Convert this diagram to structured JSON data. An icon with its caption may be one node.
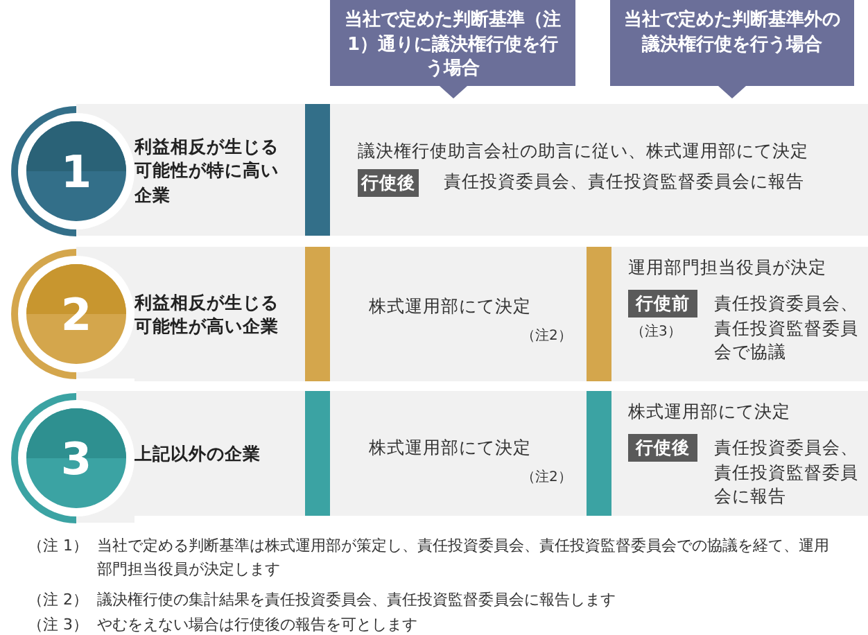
{
  "diagram": {
    "nodes": [
      {
        "text": [
          "当社で定めた判断基準（注1）通りに議決権行使を行う場合"
        ]
      },
      {
        "text": [
          "当社で定めた判断基準外の議決権行使を行う場合"
        ]
      },
      {
        "text": [
          "1"
        ]
      },
      {
        "text": [
          "利益相反が生じる可能性が特に高い企業"
        ]
      },
      {
        "text": [
          "議決権行使助言会社の助言に従い、株式運用部にて決定",
          "責任投資委員会、責任投資監督委員会に報告"
        ]
      },
      {
        "text": [
          "行使後"
        ],
        "in": 4
      },
      {
        "text": [
          "2"
        ]
      },
      {
        "text": [
          "利益相反が生じる可能性が高い企業"
        ]
      },
      {
        "text": [
          "株式運用部にて決定",
          "（注2）"
        ]
      },
      {
        "text": [
          "運用部門担当役員が決定",
          "責任投資委員会、責任投資監督委員会で協議"
        ]
      },
      {
        "text": [
          "行使前"
        ],
        "in": 9,
        "beside": [
          "（注3）"
        ]
      },
      {
        "text": [
          "3"
        ]
      },
      {
        "text": [
          "上記以外の企業"
        ]
      },
      {
        "text": [
          "株式運用部にて決定",
          "（注2）"
        ]
      },
      {
        "text": [
          "株式運用部にて決定",
          "責任投資委員会、責任投資監督委員会に報告"
        ]
      },
      {
        "text": [
          "行使後"
        ],
        "in": 14
      }
    ],
    "labels": [
      "（注 1）",
      "当社で定める判断基準は株式運用部が策定し、責任投資委員会、責任投資監督委員会での協議を経て、運用部門担当役員が決定します",
      "（注 2）",
      "議決権行使の集計結果を責任投資委員会、責任投資監督委員会に報告します",
      "（注 3）",
      "やむをえない場合は行使後の報告を可とします"
    ]
  }
}
